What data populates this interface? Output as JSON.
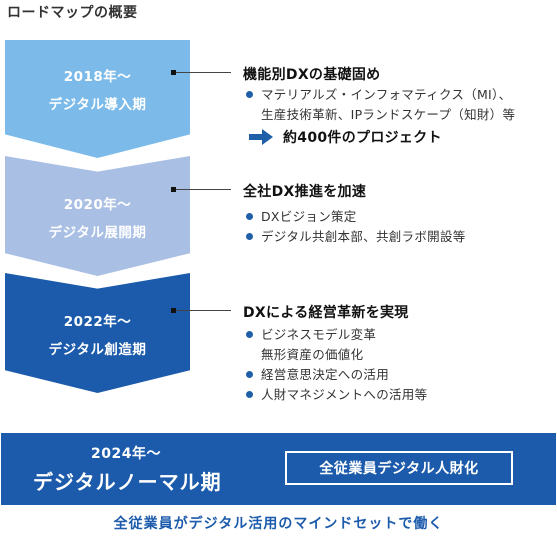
{
  "title": "ロードマップの概要",
  "phases": [
    {
      "year": "2018年～",
      "name": "デジタル導入期",
      "color": "#7cbbe9",
      "heading": "機能別DXの基礎固め",
      "items": [
        "マテリアルズ・インフォマティクス（MI）、",
        "生産技術革新、IPランドスケープ（知財）等"
      ],
      "result": "約400件のプロジェクト"
    },
    {
      "year": "2020年～",
      "name": "デジタル展開期",
      "color": "#a9bfe3",
      "heading": "全社DX推進を加速",
      "items": [
        "DXビジョン策定",
        "デジタル共創本部、共創ラボ開設等"
      ]
    },
    {
      "year": "2022年～",
      "name": "デジタル創造期",
      "color": "#1c5bab",
      "heading": "DXによる経営革新を実現",
      "items": [
        "ビジネスモデル変革",
        "無形資産の価値化",
        "経営意思決定への活用",
        "人財マネジメントへの活用等"
      ]
    }
  ],
  "final": {
    "year": "2024年～",
    "name": "デジタルノーマル期",
    "box": "全従業員デジタル人財化",
    "color": "#1c5bab"
  },
  "footer": "全従業員がデジタル活用のマインドセットで働く"
}
